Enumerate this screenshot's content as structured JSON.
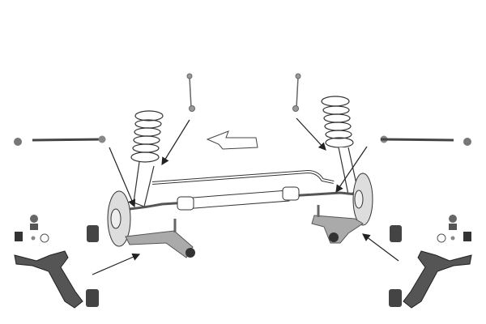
{
  "diagram": {
    "colors": {
      "part": "#b8b8b8",
      "part_dark": "#555555",
      "outline": "#333333",
      "arrow": "#222222",
      "background": "#ffffff"
    },
    "parts": [
      "tie-rod-end",
      "tie-rod",
      "stabilizer-link",
      "coil-spring-strut",
      "stabilizer-bar",
      "steering-rack-boot",
      "brake-disc",
      "control-arm",
      "bushing",
      "ball-joint"
    ]
  }
}
